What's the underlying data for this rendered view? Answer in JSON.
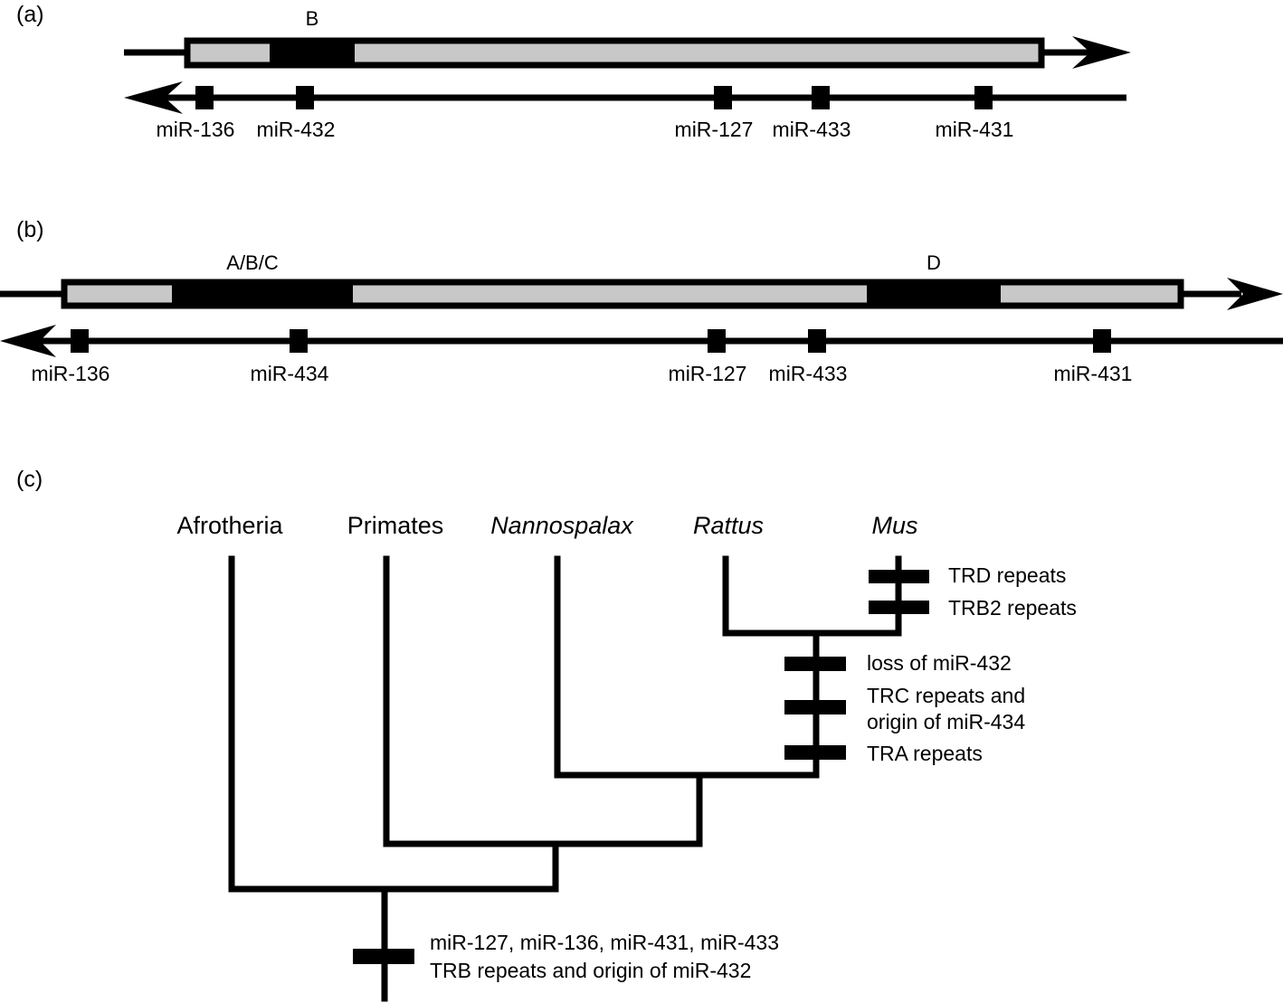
{
  "panel_a": {
    "label": "(a)",
    "region_labels": [
      "B"
    ],
    "mirnas": [
      "miR-136",
      "miR-432",
      "miR-127",
      "miR-433",
      "miR-431"
    ]
  },
  "panel_b": {
    "label": "(b)",
    "region_labels": [
      "A/B/C",
      "D"
    ],
    "mirnas": [
      "miR-136",
      "miR-434",
      "miR-127",
      "miR-433",
      "miR-431"
    ]
  },
  "panel_c": {
    "label": "(c)",
    "taxa": [
      {
        "name": "Afrotheria",
        "italic": false
      },
      {
        "name": "Primates",
        "italic": false
      },
      {
        "name": "Nannospalax",
        "italic": true
      },
      {
        "name": "Rattus",
        "italic": true
      },
      {
        "name": "Mus",
        "italic": true
      }
    ],
    "mus_events": [
      "TRD repeats",
      "TRB2 repeats"
    ],
    "murine_events": [
      "loss of miR-432",
      "TRC repeats and",
      "origin of miR-434",
      "TRA repeats"
    ],
    "root_events": [
      "miR-127, miR-136, miR-431, miR-433",
      "TRB repeats and origin of miR-432"
    ]
  },
  "colors": {
    "line": "#000000",
    "exon_fill": "#c8c8c8",
    "repeat_block": "#000000",
    "background": "#ffffff"
  }
}
